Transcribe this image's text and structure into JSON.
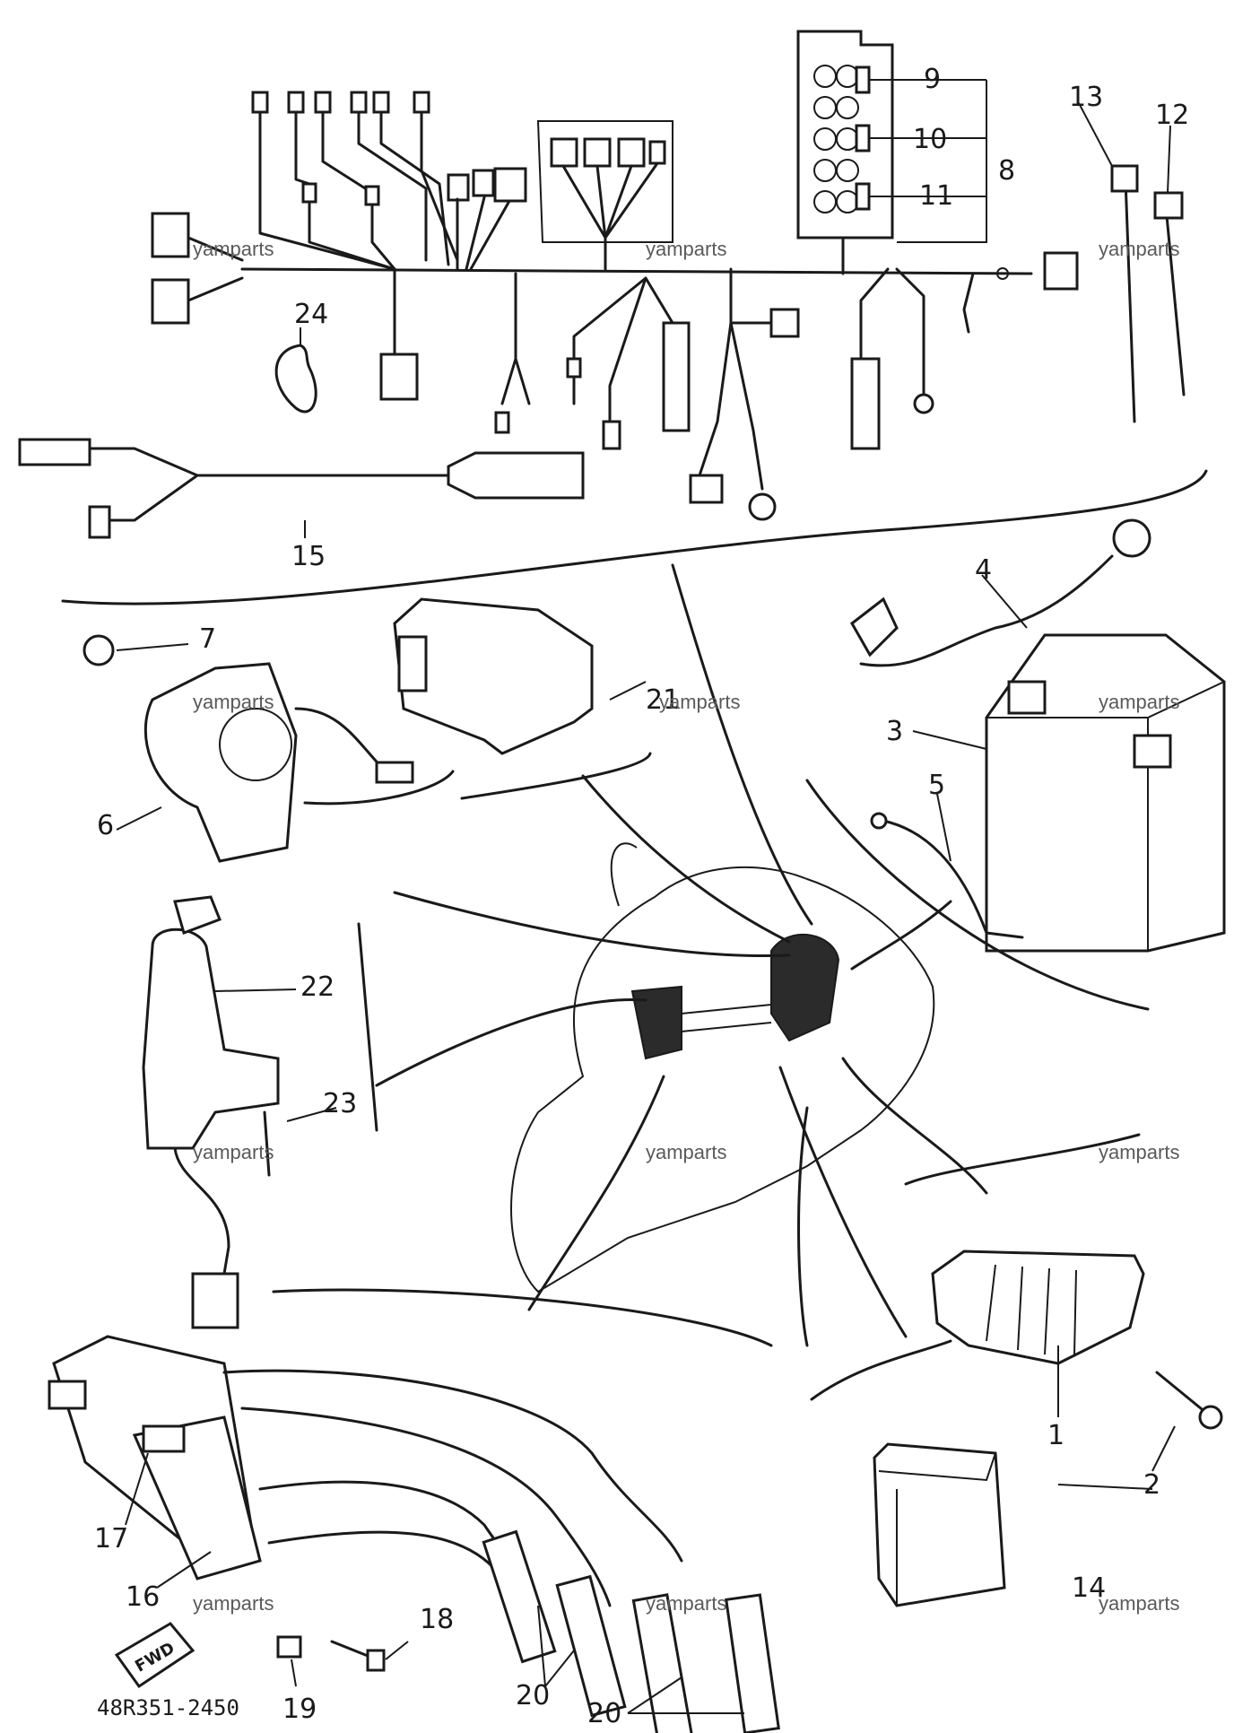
{
  "diagram": {
    "part_numbers": {
      "p1": "1",
      "p2": "2",
      "p3": "3",
      "p4": "4",
      "p5": "5",
      "p6": "6",
      "p7": "7",
      "p8": "8",
      "p9": "9",
      "p10": "10",
      "p11": "11",
      "p12": "12",
      "p13": "13",
      "p14": "14",
      "p15": "15",
      "p16": "16",
      "p17": "17",
      "p18": "18",
      "p19": "19",
      "p20a": "20",
      "p20b": "20",
      "p21": "21",
      "p22": "22",
      "p23": "23",
      "p24": "24"
    },
    "drawing_code": "48R351-2450",
    "fwd_marking": "FWD",
    "watermark": "yamparts"
  }
}
